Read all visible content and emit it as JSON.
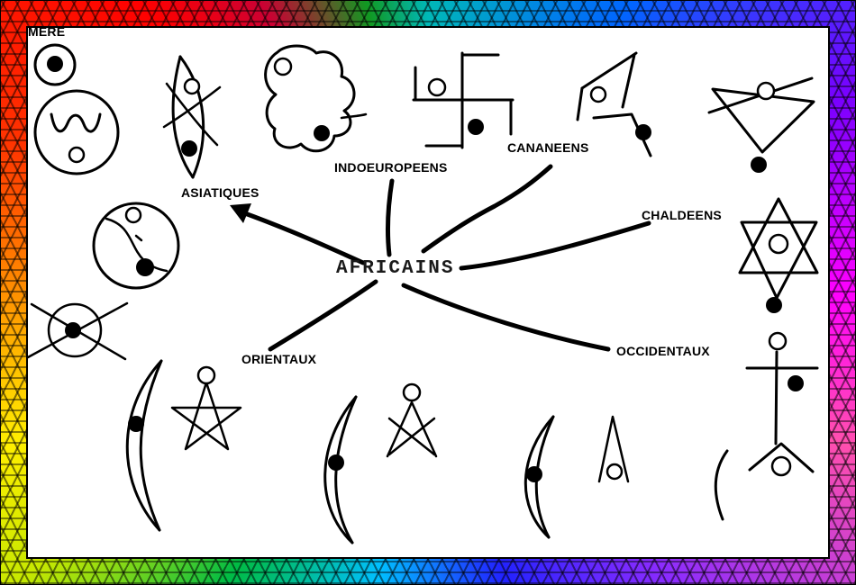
{
  "frame": {
    "style": "rainbow-mosaic-border",
    "colors": [
      "#ff0000",
      "#ff9900",
      "#ffee00",
      "#00bb44",
      "#00b8b8",
      "#0066ff",
      "#7a00ff",
      "#ff00ff",
      "#ff4fae"
    ]
  },
  "canvas": {
    "background": "#ffffff",
    "ink": "#000000"
  },
  "diagram": {
    "corner_label": "MERE",
    "center_label": "AFRICAINS",
    "branches": [
      {
        "label": "ASIATIQUES"
      },
      {
        "label": "INDOEUROPEENS"
      },
      {
        "label": "CANANEENS"
      },
      {
        "label": "CHALDEENS"
      },
      {
        "label": "OCCIDENTAUX"
      },
      {
        "label": "ORIENTAUX"
      }
    ],
    "symbols": [
      {
        "name": "mother-circles-icon"
      },
      {
        "name": "lens-fish-icon"
      },
      {
        "name": "scroll-blossom-icon"
      },
      {
        "name": "swastika-icon"
      },
      {
        "name": "angular-spiral-icon"
      },
      {
        "name": "crossed-triangle-icon"
      },
      {
        "name": "divided-circle-icon"
      },
      {
        "name": "crossed-circle-icon"
      },
      {
        "name": "hexagram-icon"
      },
      {
        "name": "cross-staff-icon"
      },
      {
        "name": "crescent-icon"
      },
      {
        "name": "pentagram-icon"
      },
      {
        "name": "crescent-icon"
      },
      {
        "name": "lambda-cross-icon"
      },
      {
        "name": "crescent-icon"
      },
      {
        "name": "narrow-triangle-icon"
      },
      {
        "name": "open-angle-icon"
      }
    ]
  }
}
